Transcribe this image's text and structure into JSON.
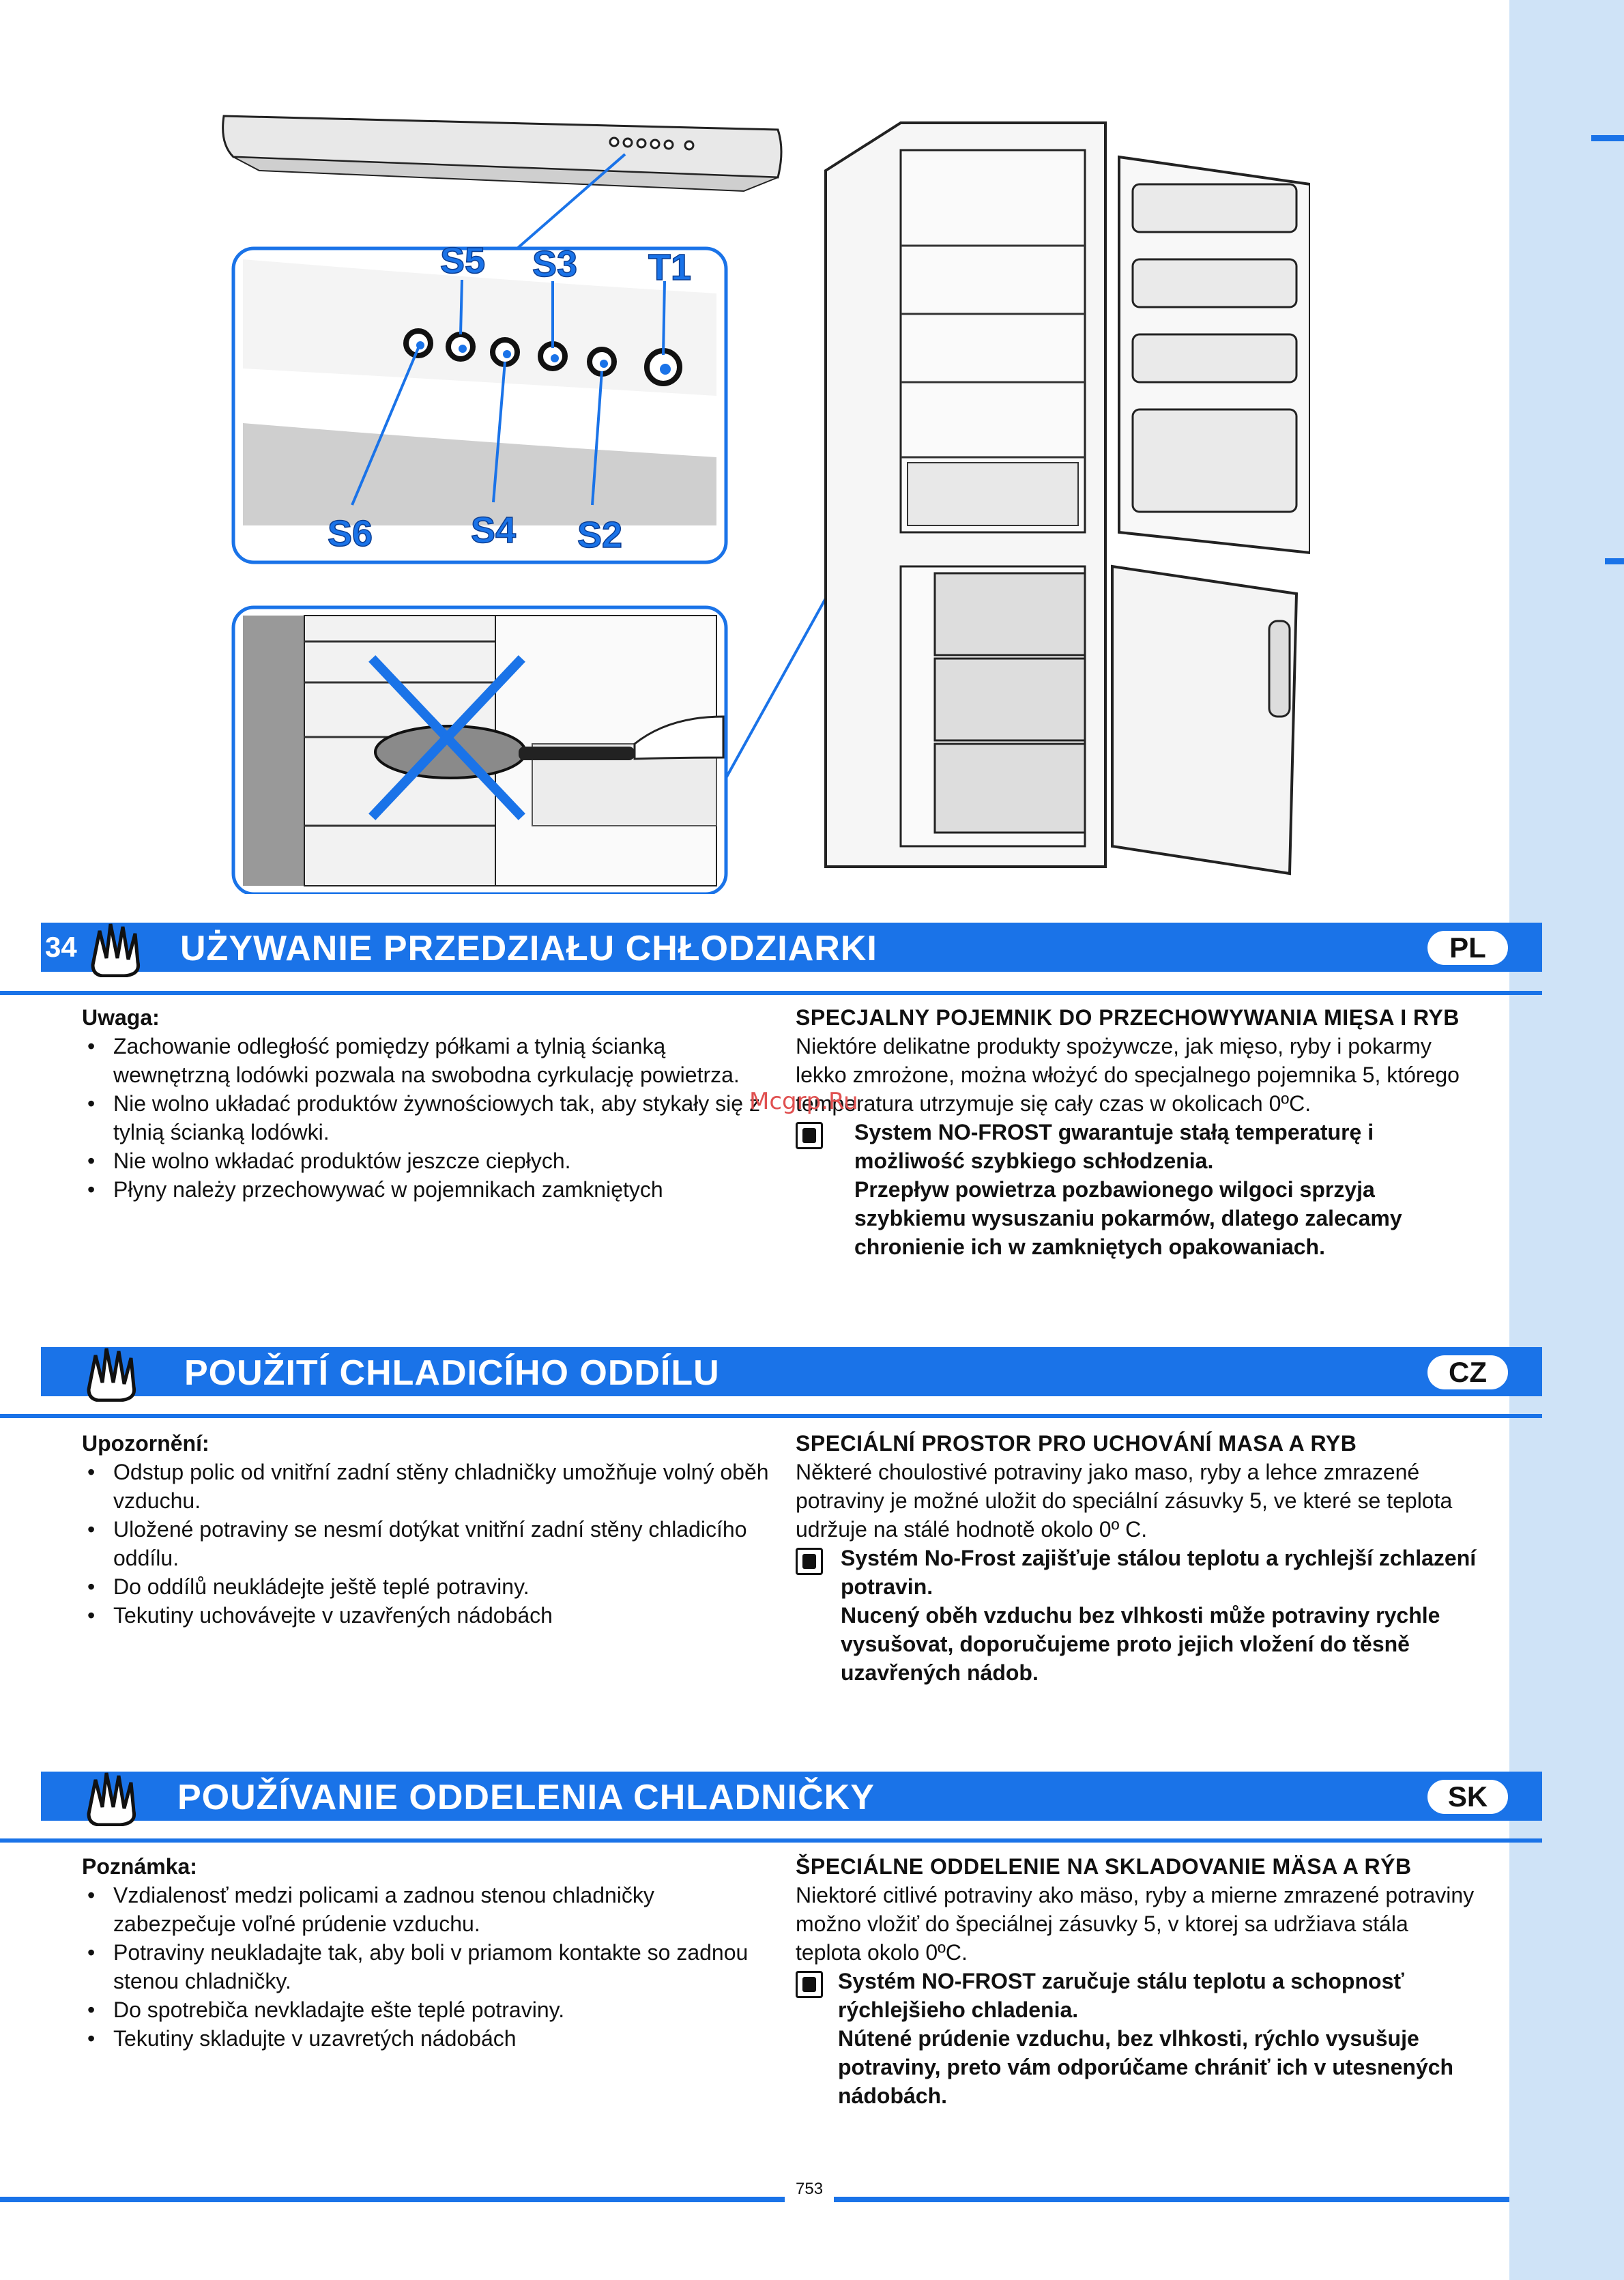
{
  "illustration": {
    "callouts": [
      "S5",
      "S3",
      "T1",
      "S6",
      "S4",
      "S2"
    ]
  },
  "watermark": "Mcgrp.Ru",
  "sections": [
    {
      "lang": "PL",
      "page_number": "34",
      "title": "UŻYWANIE PRZEDZIAŁU CHŁODZIARKI",
      "note_label": "Uwaga:",
      "bullets": [
        "Zachowanie odległość pomiędzy półkami a tylnią ścianką wewnętrzną lodówki pozwala na swobodna cyrkulację powietrza.",
        "Nie wolno układać produktów żywnościowych tak, aby stykały się z tylnią ścianką lodówki.",
        "Nie wolno wkładać produktów jeszcze ciepłych.",
        "Płyny należy przechowywać w pojemnikach zamkniętych"
      ],
      "special_title": "SPECJALNY POJEMNIK DO PRZECHOWYWANIA MIĘSA I RYB",
      "special_text": "Niektóre delikatne produkty spożywcze, jak mięso, ryby i pokarmy lekko zmrożone, można włożyć do specjalnego pojemnika 5, którego temperatura utrzymuje się cały czas w okolicach 0ºC.",
      "nofrost_1": "System NO-FROST gwarantuje stałą temperaturę i możliwość szybkiego schłodzenia.",
      "nofrost_2": "Przepływ powietrza pozbawionego wilgoci sprzyja szybkiemu wysuszaniu pokarmów, dlatego zalecamy chronienie ich w zamkniętych opakowaniach."
    },
    {
      "lang": "CZ",
      "title": "POUŽITÍ CHLADICÍHO ODDÍLU",
      "note_label": "Upozornění:",
      "bullets": [
        "Odstup polic od vnitřní zadní stěny chladničky umožňuje volný oběh vzduchu.",
        "Uložené potraviny se nesmí dotýkat vnitřní zadní stěny chladicího oddílu.",
        "Do oddílů neukládejte ještě teplé potraviny.",
        "Tekutiny uchovávejte v uzavřených nádobách"
      ],
      "special_title": "SPECIÁLNÍ PROSTOR PRO UCHOVÁNÍ MASA A RYB",
      "special_text": "Některé choulostivé potraviny jako maso, ryby a lehce zmrazené potraviny je možné uložit do speciální zásuvky 5, ve které se teplota udržuje na stálé hodnotě okolo 0º C.",
      "nofrost_1": "Systém No-Frost zajišťuje stálou teplotu a rychlejší zchlazení potravin.",
      "nofrost_2": "Nucený oběh vzduchu bez vlhkosti může potraviny rychle vysušovat, doporučujeme proto jejich vložení do těsně uzavřených nádob."
    },
    {
      "lang": "SK",
      "title": "POUŽÍVANIE ODDELENIA CHLADNIČKY",
      "note_label": "Poznámka:",
      "bullets": [
        "Vzdialenosť medzi policami a zadnou stenou chladničky zabezpečuje voľné prúdenie vzduchu.",
        "Potraviny neukladajte tak, aby boli v priamom kontakte so zadnou stenou chladničky.",
        "Do spotrebiča nevkladajte ešte teplé potraviny.",
        "Tekutiny skladujte v uzavretých nádobách"
      ],
      "special_title": "ŠPECIÁLNE ODDELENIE NA SKLADOVANIE MÄSA A RÝB",
      "special_text": "Niektoré citlivé potraviny ako mäso, ryby a mierne zmrazené potraviny možno vložiť do špeciálnej zásuvky 5, v ktorej sa udržiava stála teplota okolo 0ºC.",
      "nofrost_1": "Systém NO-FROST zaručuje stálu teplotu a schopnosť rýchlejšieho chladenia.",
      "nofrost_2": "Nútené prúdenie vzduchu, bez vlhkosti, rýchlo vysušuje potraviny, preto vám odporúčame chrániť ich v utesnených nádobách."
    }
  ],
  "footer_page": "753"
}
